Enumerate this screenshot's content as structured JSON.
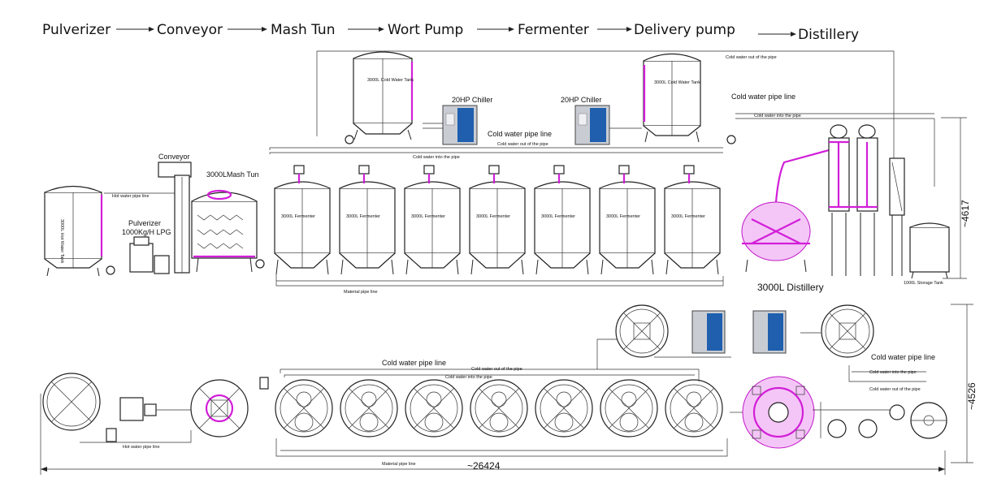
{
  "flow": [
    "Pulverizer",
    "Conveyor",
    "Mash Tun",
    "Wort Pump",
    "Fermenter",
    "Delivery pump",
    "Distillery"
  ],
  "labels": {
    "hot_water_tank": "3000L Hot Water Tank",
    "cold_water_tank_1": "3000L Cold Water Tank",
    "cold_water_tank_2": "3000L Cold Water Tank",
    "chiller_1": "20HP Chiller",
    "chiller_2": "20HP Chiller",
    "conveyor": "Conveyor",
    "mash_tun": "3000LMash Tun",
    "pulverizer": "Pulverizer",
    "pulverizer_rate": "1000Kg/H LPG",
    "hot_water_pipe_top": "Hot water pipe line",
    "hot_water_pipe_bottom": "Hot water pipe line",
    "cold_pipe_top": "Cold water pipe line",
    "cold_pipe_right": "Cold water pipe line",
    "cold_pipe_plan_mid": "Cold water pipe line",
    "cold_pipe_plan_right": "Cold water pipe line",
    "cold_out_top": "Cold water out of the pipe",
    "cold_in_top": "Cold water into the pipe",
    "cold_out_right": "Cold water out of the pipe",
    "cold_in_right": "Cold water into the pipe",
    "cold_out_plan": "Cold water out of the pipe",
    "cold_in_plan": "Cold water into the pipe",
    "cold_in_plan_right": "Cold water into the pipe",
    "cold_out_plan_right": "Cold water out of the pipe",
    "material_pipe_top": "Material pipe line",
    "material_pipe_bottom": "Material pipe line",
    "distillery": "3000L Distillery",
    "storage_tank": "1000L Storage Tank",
    "fermenter": "3000L Fermenter",
    "dim_height_1": "~4617",
    "dim_height_2": "~4526",
    "dim_width": "~26424"
  },
  "colors": {
    "line": "#222222",
    "highlight": "#d21fd8",
    "highlight_fill": "#f4c6f7",
    "chiller_blue": "#1f5fae",
    "chiller_gray": "#c9cdd3"
  }
}
